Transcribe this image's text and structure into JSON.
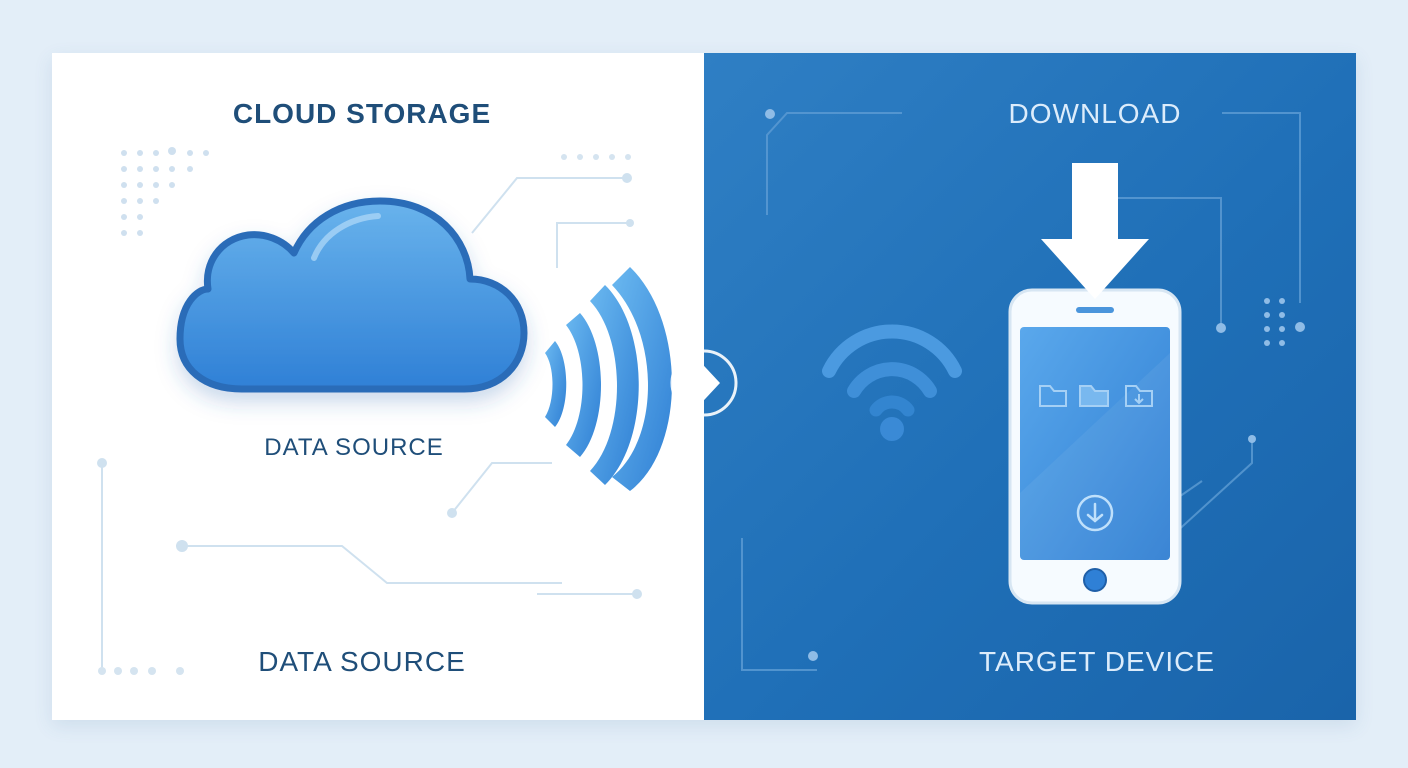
{
  "left_panel": {
    "heading": "CLOUD STORAGE",
    "cloud_caption": "DATA SOURCE",
    "footer_label": "DATA SOURCE"
  },
  "right_panel": {
    "heading": "DOWNLOAD",
    "footer_label": "TARGET DEVICE"
  },
  "icons": [
    "cloud-icon",
    "signal-waves-icon",
    "arrow-right-icon",
    "wifi-icon",
    "download-arrow-icon",
    "smartphone-icon",
    "folder-icon",
    "folder-open-icon",
    "folder-download-icon",
    "download-circle-icon"
  ],
  "colors": {
    "left_background": "#ffffff",
    "right_background": "#1f6fb7",
    "page_background": "#e3eef8",
    "accent_blue": "#3b8fdc",
    "heading_dark": "#1f4e79"
  }
}
